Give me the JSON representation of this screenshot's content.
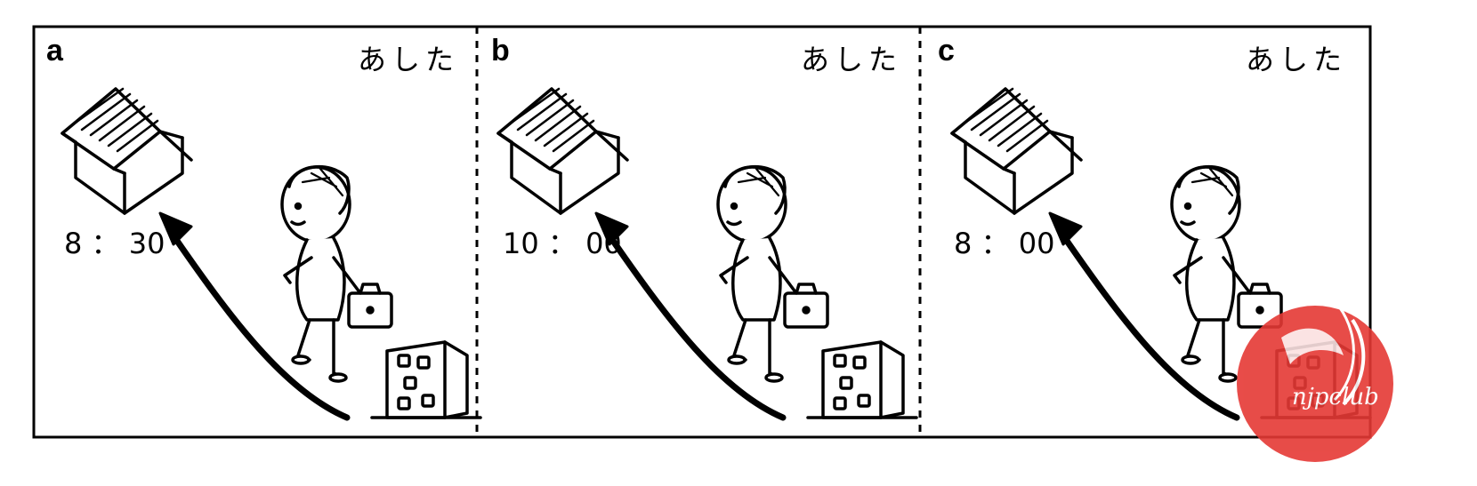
{
  "panels": [
    {
      "letter": "a",
      "day": "あした",
      "time": "8 ： 30"
    },
    {
      "letter": "b",
      "day": "あした",
      "time": "10 ： 00"
    },
    {
      "letter": "c",
      "day": "あした",
      "time": "8 ： 00"
    }
  ],
  "watermark": {
    "text": "njpclub",
    "color": "#e53935"
  }
}
